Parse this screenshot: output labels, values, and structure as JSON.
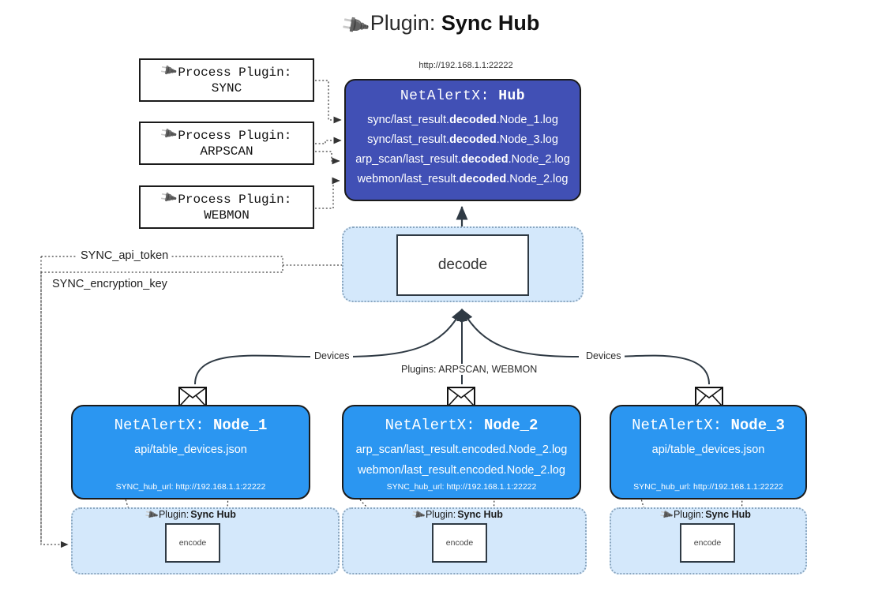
{
  "title": {
    "icon": "plug-icon",
    "prefix": "Plugin: ",
    "name": "Sync Hub"
  },
  "hub": {
    "url": "http://192.168.1.1:22222",
    "title_prefix": "NetAlertX: ",
    "title_name": "Hub",
    "logs": [
      {
        "pre": "sync/last_result.",
        "em": "decoded",
        "post": ".Node_1.log"
      },
      {
        "pre": "sync/last_result.",
        "em": "decoded",
        "post": ".Node_3.log"
      },
      {
        "pre": "arp_scan/last_result.",
        "em": "decoded",
        "post": ".Node_2.log"
      },
      {
        "pre": "webmon/last_result.",
        "em": "decoded",
        "post": ".Node_2.log"
      }
    ]
  },
  "process_plugins": [
    {
      "label": "Process Plugin:",
      "name": "SYNC",
      "icon": "plug-icon"
    },
    {
      "label": "Process Plugin:",
      "name": "ARPSCAN",
      "icon": "plug-icon"
    },
    {
      "label": "Process Plugin:",
      "name": "WEBMON",
      "icon": "plug-icon"
    }
  ],
  "decode": {
    "label": "decode"
  },
  "keys": {
    "api_token": "SYNC_api_token",
    "encryption_key": "SYNC_encryption_key"
  },
  "edge_labels": {
    "devices_left": "Devices",
    "devices_right": "Devices",
    "plugins_center": "Plugins: ARPSCAN, WEBMON"
  },
  "nodes": [
    {
      "title_prefix": "NetAlertX: ",
      "title_name": "Node_1",
      "lines": [
        "api/table_devices.json"
      ],
      "hub_url": "SYNC_hub_url: http://192.168.1.1:22222",
      "icon": "envelope-icon"
    },
    {
      "title_prefix": "NetAlertX: ",
      "title_name": "Node_2",
      "lines": [
        "arp_scan/last_result.encoded.Node_2.log",
        "webmon/last_result.encoded.Node_2.log"
      ],
      "hub_url": "SYNC_hub_url: http://192.168.1.1:22222",
      "icon": "envelope-icon"
    },
    {
      "title_prefix": "NetAlertX: ",
      "title_name": "Node_3",
      "lines": [
        "api/table_devices.json"
      ],
      "hub_url": "SYNC_hub_url: http://192.168.1.1:22222",
      "icon": "envelope-icon"
    }
  ],
  "encoders": [
    {
      "label": "encode",
      "plugin_prefix": "Plugin: ",
      "plugin_name": "Sync Hub",
      "icon": "plug-icon"
    },
    {
      "label": "encode",
      "plugin_prefix": "Plugin: ",
      "plugin_name": "Sync Hub",
      "icon": "plug-icon"
    },
    {
      "label": "encode",
      "plugin_prefix": "Plugin: ",
      "plugin_name": "Sync Hub",
      "icon": "plug-icon"
    }
  ],
  "colors": {
    "hub": "#4150b5",
    "node": "#2b96f1",
    "container": "#d4e8fb",
    "border": "#1b1b1b"
  }
}
